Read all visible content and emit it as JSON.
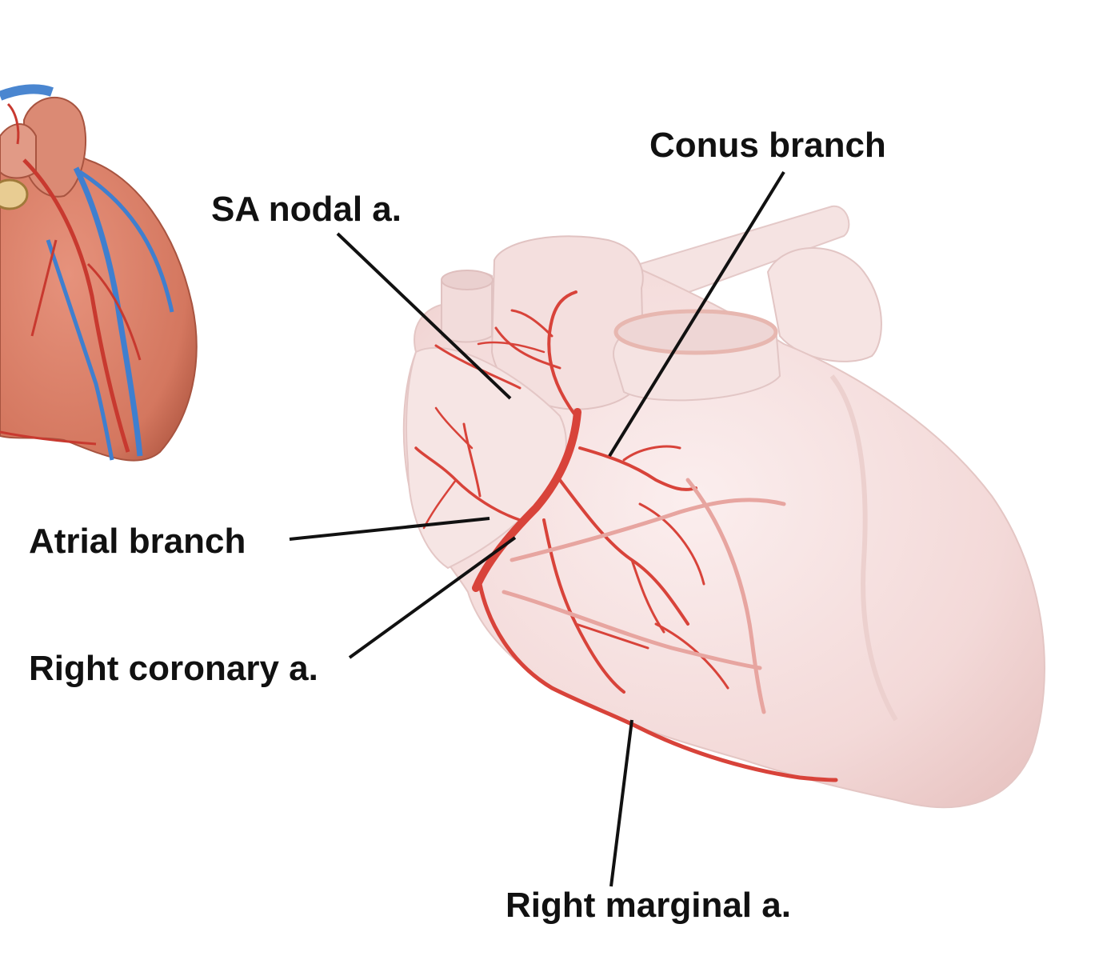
{
  "labels": {
    "conus_branch": "Conus branch",
    "sa_nodal": "SA nodal a.",
    "atrial_branch": "Atrial branch",
    "right_coronary": "Right coronary a.",
    "right_marginal": "Right marginal a."
  },
  "colors": {
    "artery": "#d8433a",
    "vein": "#3f7fcf",
    "faded_heart": "#f4dcda",
    "muscle": "#d97b66",
    "leader_line": "#111111"
  }
}
